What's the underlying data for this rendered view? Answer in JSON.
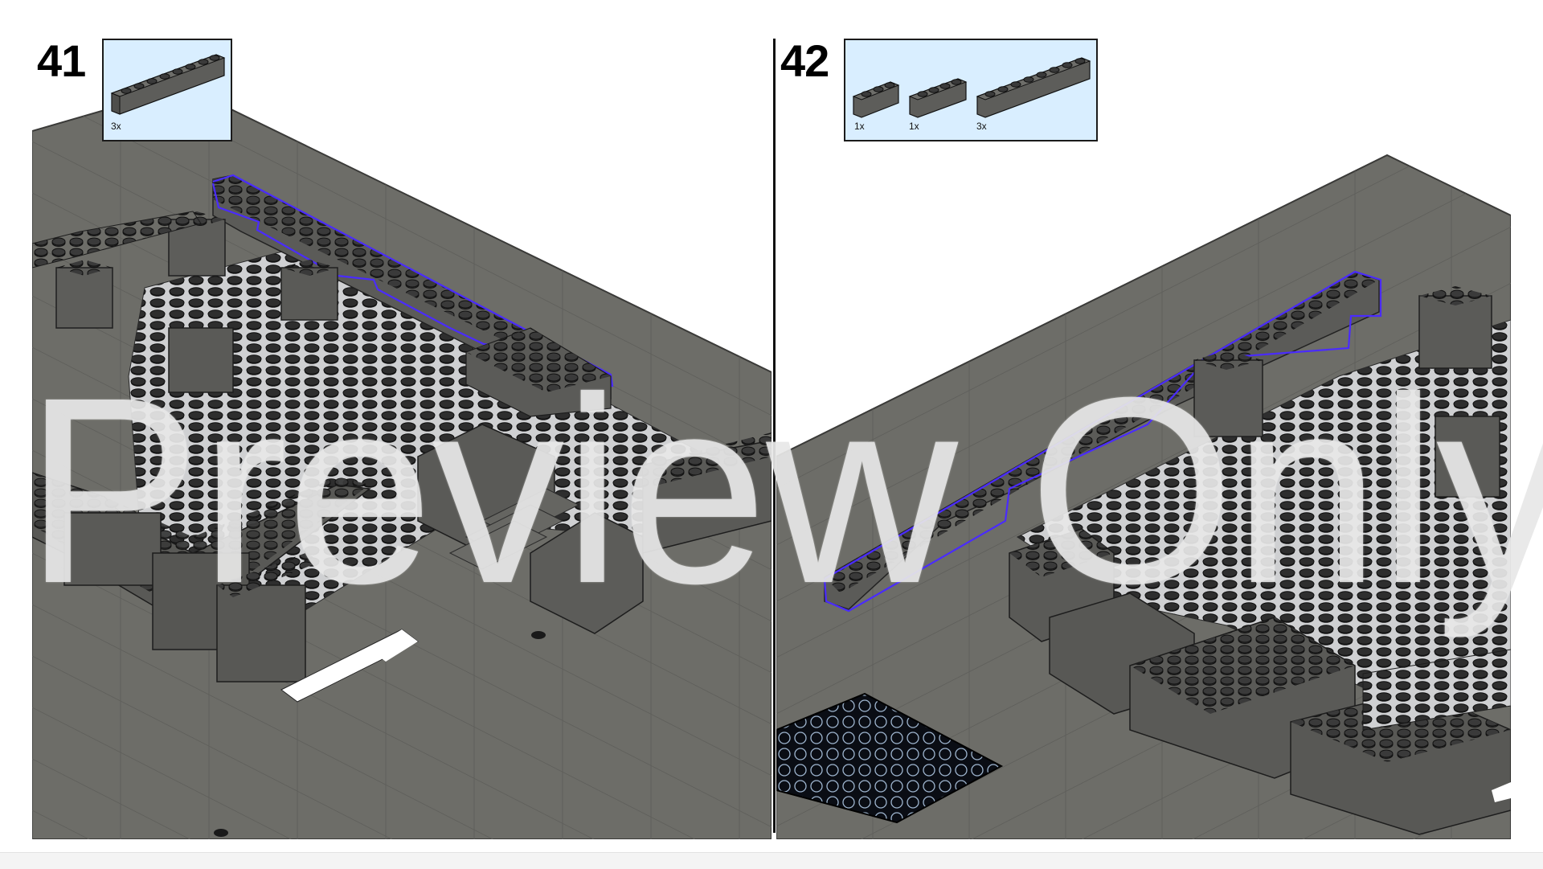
{
  "steps": [
    {
      "number": "41",
      "parts": [
        {
          "qty": "3x",
          "part": "brick-1x8-dark-gray"
        }
      ]
    },
    {
      "number": "42",
      "parts": [
        {
          "qty": "1x",
          "part": "brick-1x3-dark-gray"
        },
        {
          "qty": "1x",
          "part": "brick-1x4-dark-gray"
        },
        {
          "qty": "3x",
          "part": "brick-1x8-dark-gray"
        }
      ]
    }
  ],
  "watermark": "Preview Only",
  "colors": {
    "baseplate": "#6d6d68",
    "brick": "#5a5a57",
    "tile_light": "#c9cacc",
    "highlight": "#4a2bff",
    "parts_background": "#d9eeff"
  }
}
